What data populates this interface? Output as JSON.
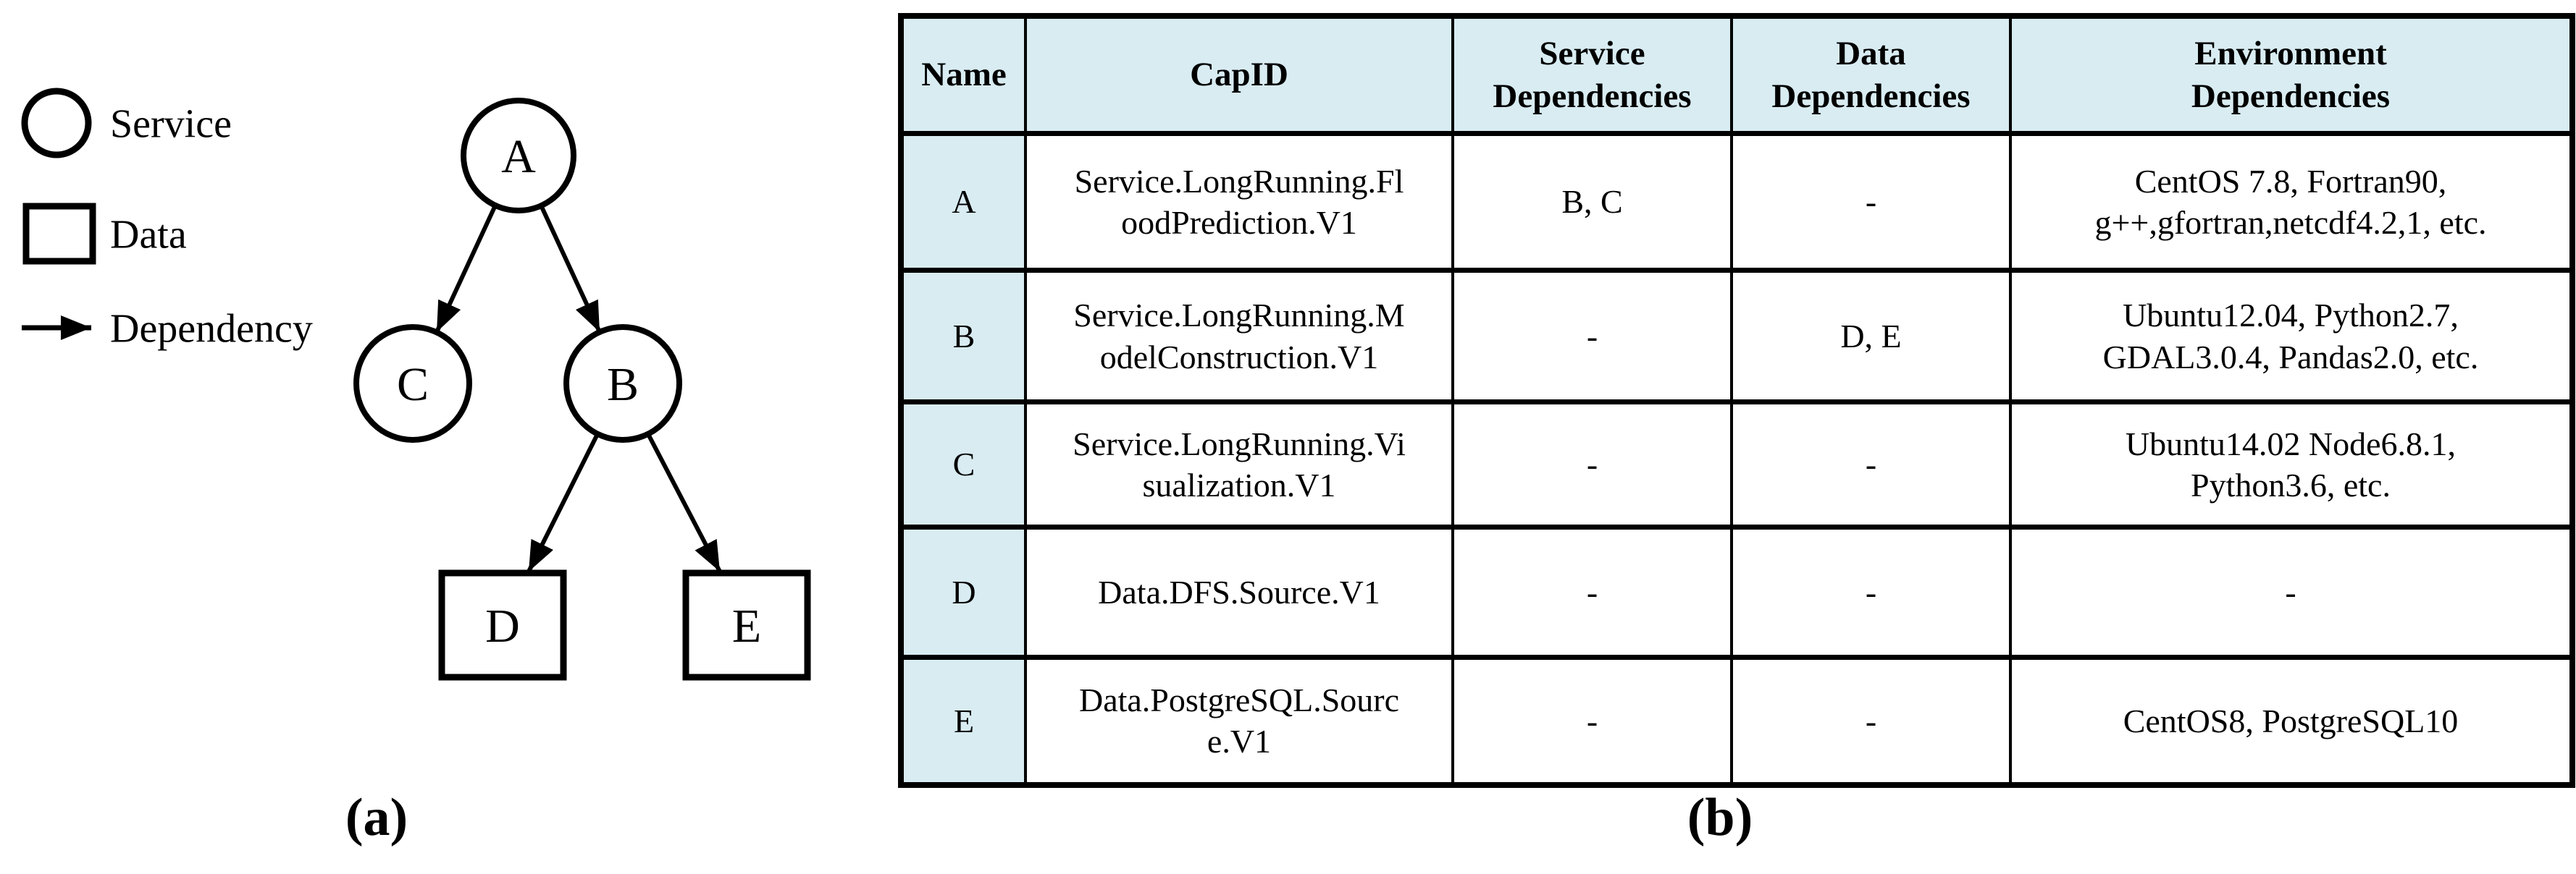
{
  "figure": {
    "caption_a": "(a)",
    "caption_b": "(b)"
  },
  "colors": {
    "header_fill": "#d8ecf2",
    "border": "#000000",
    "text": "#000000"
  },
  "legend": {
    "items": [
      {
        "symbol": "circle",
        "label": "Service"
      },
      {
        "symbol": "square",
        "label": "Data"
      },
      {
        "symbol": "arrow",
        "label": "Dependency"
      }
    ]
  },
  "diagram": {
    "nodes": [
      {
        "id": "A",
        "type": "service"
      },
      {
        "id": "B",
        "type": "service"
      },
      {
        "id": "C",
        "type": "service"
      },
      {
        "id": "D",
        "type": "data"
      },
      {
        "id": "E",
        "type": "data"
      }
    ],
    "edges": [
      {
        "from": "A",
        "to": "C"
      },
      {
        "from": "A",
        "to": "B"
      },
      {
        "from": "B",
        "to": "D"
      },
      {
        "from": "B",
        "to": "E"
      }
    ]
  },
  "table": {
    "headers": [
      "Name",
      "CapID",
      "Service Dependencies",
      "Data Dependencies",
      "Environment Dependencies"
    ],
    "rows": [
      {
        "name": "A",
        "capid": "Service.LongRunning.FloodPrediction.V1",
        "service_deps": "B, C",
        "data_deps": "-",
        "env_deps": "CentOS 7.8, Fortran90, g++,gfortran,netcdf4.2,1, etc."
      },
      {
        "name": "B",
        "capid": "Service.LongRunning.ModelConstruction.V1",
        "service_deps": "-",
        "data_deps": "D, E",
        "env_deps": "Ubuntu12.04, Python2.7, GDAL3.0.4, Pandas2.0, etc."
      },
      {
        "name": "C",
        "capid": "Service.LongRunning.Visualization.V1",
        "service_deps": "-",
        "data_deps": "-",
        "env_deps": "Ubuntu14.02 Node6.8.1, Python3.6, etc."
      },
      {
        "name": "D",
        "capid": "Data.DFS.Source.V1",
        "service_deps": "-",
        "data_deps": "-",
        "env_deps": "-"
      },
      {
        "name": "E",
        "capid": "Data.PostgreSQL.Source.V1",
        "service_deps": "-",
        "data_deps": "-",
        "env_deps": "CentOS8, PostgreSQL10"
      }
    ]
  }
}
